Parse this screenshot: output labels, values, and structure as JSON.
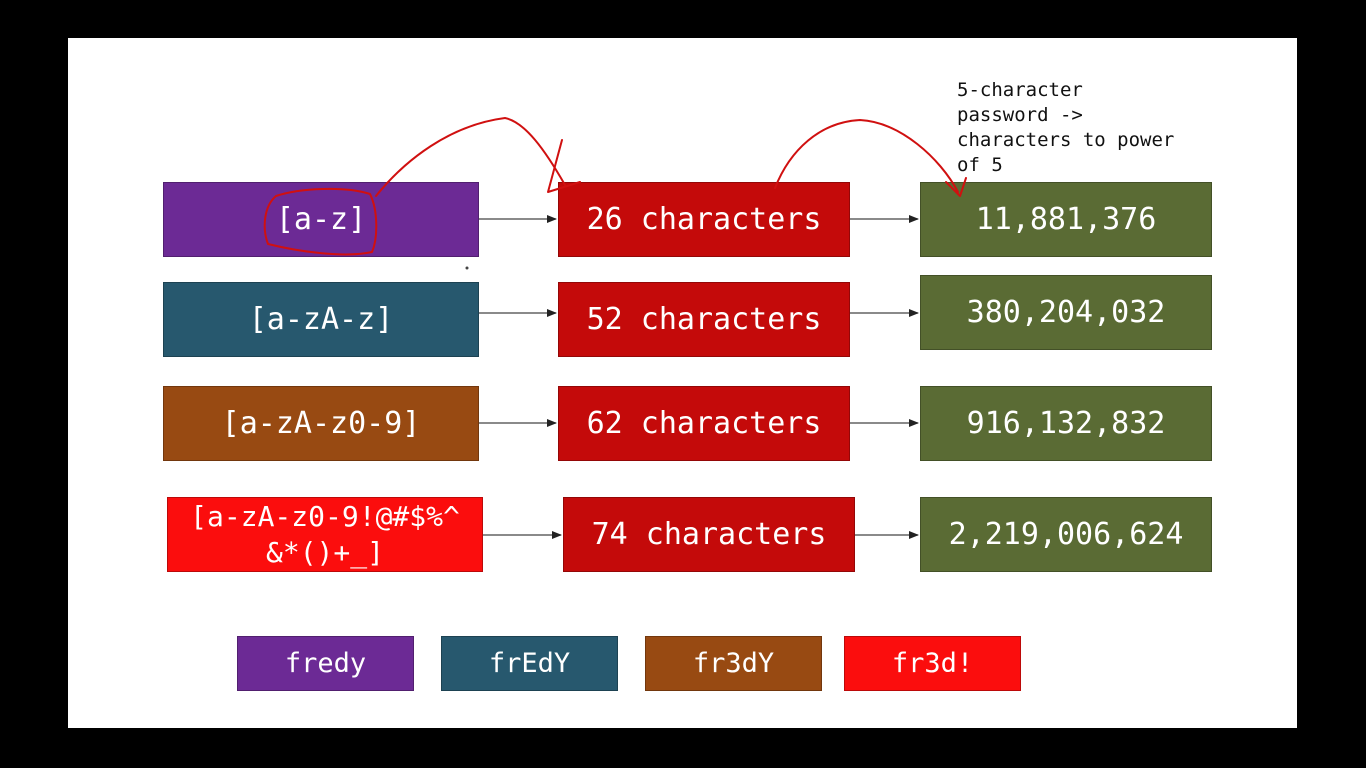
{
  "colors": {
    "background": "#000000",
    "slide": "#ffffff",
    "purple": "#6c2a95",
    "teal": "#27586e",
    "brown": "#984a12",
    "bright_red": "#fb0d0d",
    "dark_red": "#c40a0a",
    "olive": "#5a6b34",
    "annotation": "#d01010"
  },
  "note": {
    "text": "5-character\npassword ->\ncharacters to power\nof 5"
  },
  "rows": [
    {
      "charset": "[a-z]",
      "count": "26 characters",
      "result": "11,881,376"
    },
    {
      "charset": "[a-zA-z]",
      "count": "52 characters",
      "result": "380,204,032"
    },
    {
      "charset": "[a-zA-z0-9]",
      "count": "62 characters",
      "result": "916,132,832"
    },
    {
      "charset": "[a-zA-z0-9!@#$%^&*()+_]",
      "count": "74 characters",
      "result": "2,219,006,624"
    }
  ],
  "examples": [
    "fredy",
    "frEdY",
    "fr3dY",
    "fr3d!"
  ]
}
